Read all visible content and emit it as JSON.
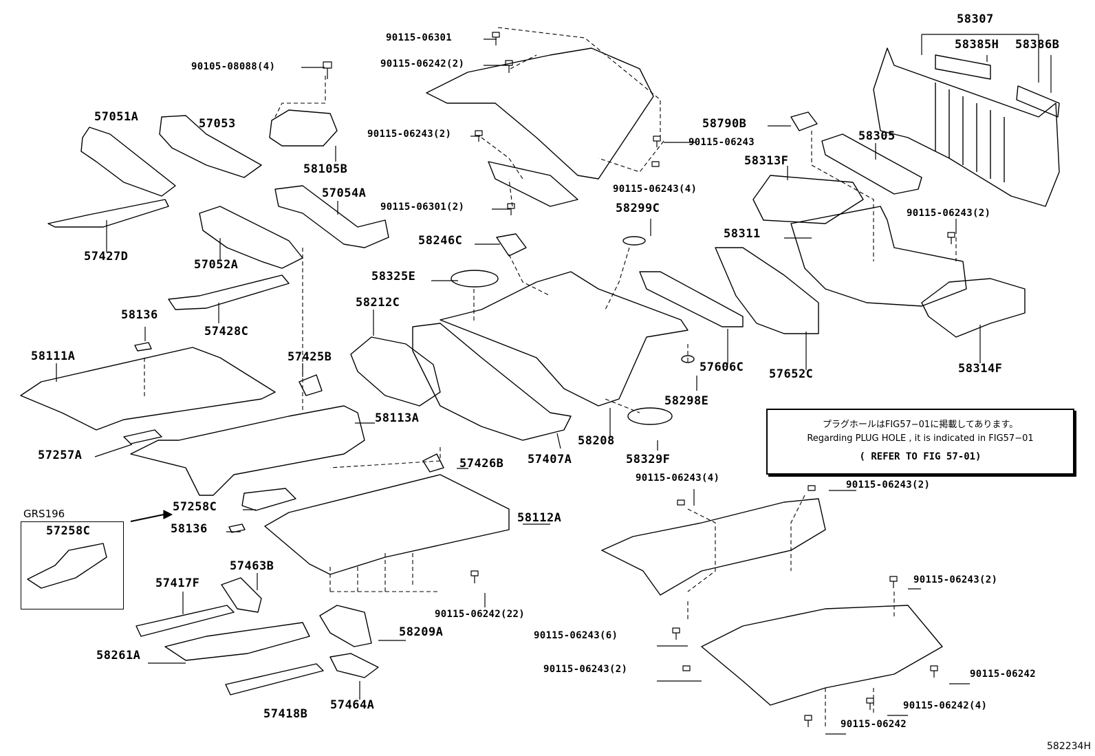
{
  "labels": {
    "p58307": "58307",
    "p58385H": "58385H",
    "p58386B": "58386B",
    "b_06301_top": "90115-06301",
    "b_06242_2": "90115-06242(2)",
    "b_08088": "90105-08088(4)",
    "p57051A": "57051A",
    "p57053": "57053",
    "p58790B": "58790B",
    "b_06243_2_left": "90115-06243(2)",
    "b_06243_right": "90115-06243",
    "p58305": "58305",
    "p58105B": "58105B",
    "p58313F": "58313F",
    "b_06243_4_top": "90115-06243(4)",
    "p57054A": "57054A",
    "b_06301_2": "90115-06301(2)",
    "b_06243_2_right": "90115-06243(2)",
    "p58299C": "58299C",
    "p58311": "58311",
    "p57427D": "57427D",
    "p58246C": "58246C",
    "p57052A": "57052A",
    "p58325E": "58325E",
    "p57428C": "57428C",
    "p58212C": "58212C",
    "p58136_top": "58136",
    "p58111A": "58111A",
    "p57425B": "57425B",
    "p57606C": "57606C",
    "p57652C": "57652C",
    "p58314F": "58314F",
    "p58298E": "58298E",
    "p58113A": "58113A",
    "p58208": "58208",
    "p57257A": "57257A",
    "p57407A": "57407A",
    "p58329F": "58329F",
    "p57426B": "57426B",
    "b_06243_4_mid": "90115-06243(4)",
    "b_06243_2_mid": "90115-06243(2)",
    "p57258C": "57258C",
    "p58112A": "58112A",
    "p58136_bot": "58136",
    "p57463B": "57463B",
    "p57417F": "57417F",
    "b_06243_2_low": "90115-06243(2)",
    "b_06242_22": "90115-06242(22)",
    "p58209A": "58209A",
    "b_06243_6": "90115-06243(6)",
    "p58261A": "58261A",
    "b_06243_2_bot": "90115-06243(2)",
    "b_06242_right": "90115-06242",
    "p57464A": "57464A",
    "b_06242_4": "90115-06242(4)",
    "p57418B": "57418B",
    "b_06242_bot": "90115-06242"
  },
  "note": {
    "line1": "プラグホールはFIG57−01に掲載してあります。",
    "line2": "Regarding PLUG HOLE , it is indicated in FIG57−01",
    "line3": "( REFER TO FIG 57-01)"
  },
  "inset": {
    "title": "GRS196",
    "part": "57258C"
  },
  "figure_code": "582234H"
}
